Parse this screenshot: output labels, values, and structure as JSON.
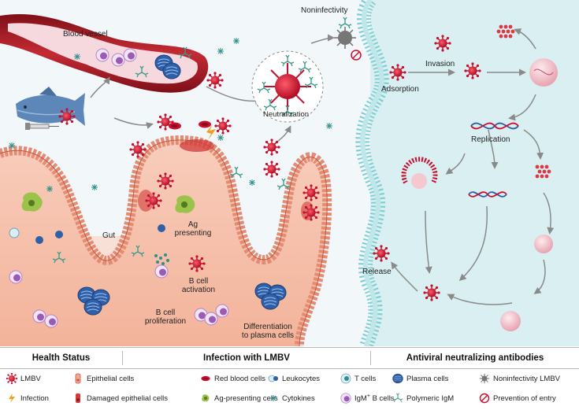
{
  "labels": {
    "blood_vessel": "Blood vessel",
    "gut": "Gut",
    "neutralization": "Neutralization",
    "noninfectivity": "Noninfectivity",
    "adsorption": "Adsorption",
    "invasion": "Invasion",
    "replication": "Replication",
    "release": "Release",
    "ag_presenting_1": "Ag",
    "ag_presenting_2": "presenting",
    "b_activation_1": "B cell",
    "b_activation_2": "activation",
    "b_prolif_1": "B cell",
    "b_prolif_2": "proliferation",
    "diff_1": "Differentiation",
    "diff_2": "to plasma cells"
  },
  "sections": {
    "health": "Health Status",
    "infection": "Infection with LMBV",
    "antiviral": "Antiviral neutralizing antibodies"
  },
  "legend": [
    {
      "label": "LMBV",
      "icon": "virus-icon"
    },
    {
      "label": "Epithelial cells",
      "icon": "epithelial-cell-icon"
    },
    {
      "label": "Red blood cells",
      "icon": "red-blood-cell-icon"
    },
    {
      "label": "Leukocytes",
      "icon": "leukocyte-icon"
    },
    {
      "label": "T cells",
      "icon": "t-cell-icon"
    },
    {
      "label": "Plasma cells",
      "icon": "plasma-cell-icon"
    },
    {
      "label": "Noninfectivity LMBV",
      "icon": "noninfective-virus-icon"
    },
    {
      "label": "Infection",
      "icon": "lightning-icon"
    },
    {
      "label": "Damaged epithelial cells",
      "icon": "damaged-epithelial-cell-icon"
    },
    {
      "label": "Ag-presenting cells",
      "icon": "apc-icon"
    },
    {
      "label": "Cytokines",
      "icon": "cytokine-icon"
    },
    {
      "label": "B cells",
      "label_prefix": "IgM",
      "label_sup": "+",
      "icon": "b-cell-icon"
    },
    {
      "label": "Polymeric IgM",
      "icon": "igm-icon"
    },
    {
      "label": "Prevention of entry",
      "icon": "prevention-icon"
    }
  ],
  "colors": {
    "virus": "#c8102e",
    "vessel": "#b3202a",
    "tissue": "#f2b6a0",
    "cytoplasm": "#cfe9ec",
    "membrane": "#8fd3d6",
    "igm": "#3a9a8a"
  }
}
